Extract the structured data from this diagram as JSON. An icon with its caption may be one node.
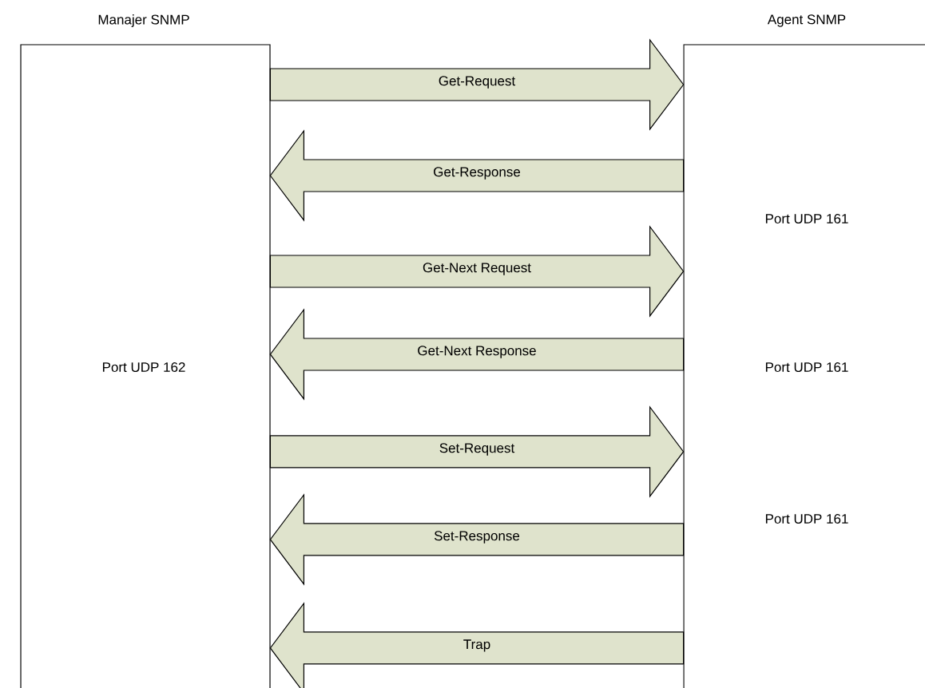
{
  "diagram": {
    "nodes": [
      {
        "text": [
          "Manajer SNMP",
          "Port UDP 162"
        ]
      },
      {
        "text": [
          "Agent SNMP",
          "Port UDP 161",
          "Port UDP 161",
          "Port UDP 161"
        ]
      }
    ],
    "edges": [
      {
        "from": 0,
        "to": 1,
        "arrow": "to",
        "label": "Get-Request"
      },
      {
        "from": 1,
        "to": 0,
        "arrow": "to",
        "label": "Get-Response"
      },
      {
        "from": 0,
        "to": 1,
        "arrow": "to",
        "label": "Get-Next Request"
      },
      {
        "from": 1,
        "to": 0,
        "arrow": "to",
        "label": "Get-Next Response"
      },
      {
        "from": 0,
        "to": 1,
        "arrow": "to",
        "label": "Set-Request"
      },
      {
        "from": 1,
        "to": 0,
        "arrow": "to",
        "label": "Set-Response"
      },
      {
        "from": 1,
        "to": 0,
        "arrow": "to",
        "label": "Trap"
      }
    ]
  }
}
